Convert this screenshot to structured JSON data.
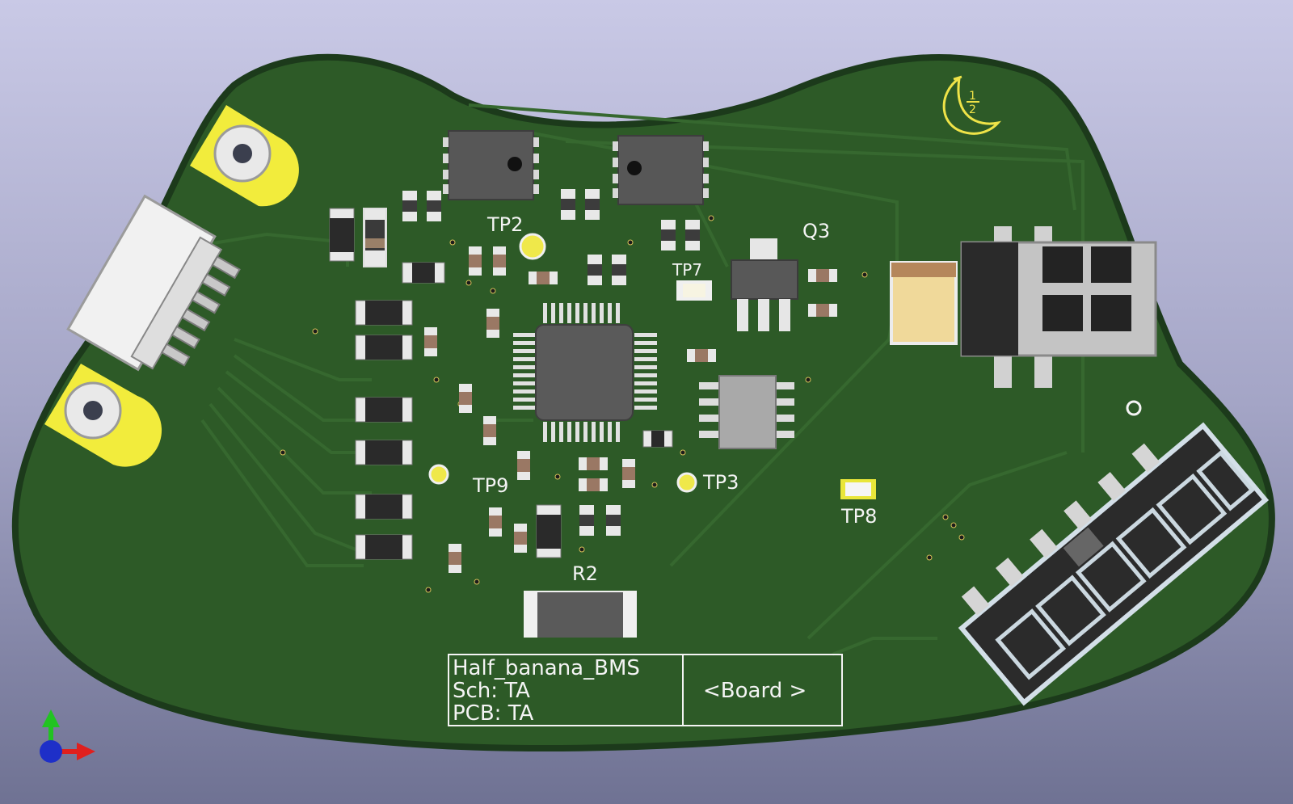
{
  "colors": {
    "background_top": "#c9c9e6",
    "background_bottom": "#6f7293",
    "board_fill": "#2d5a27",
    "board_edge": "#1c3a1b",
    "trace": "#36682f",
    "silkscreen": "#f4f4f4",
    "pad_gold": "#f2ec3c",
    "ic_body": "#575757"
  },
  "silkscreen_labels": {
    "tp2": "TP2",
    "q3": "Q3",
    "tp7": "TP7",
    "tp9": "TP9",
    "tp3": "TP3",
    "tp8": "TP8",
    "r2": "R2"
  },
  "logo": {
    "icon": "banana-icon",
    "fraction_numerator": "1",
    "fraction_denominator": "2"
  },
  "title_block": {
    "project": "Half_banana_BMS",
    "sch": "Sch: TA",
    "pcb": "PCB: TA",
    "board": "<Board  >"
  },
  "axis_indicator": {
    "icon": "xyz-axis-icon",
    "x_color": "#e0201e",
    "y_color": "#22c322",
    "z_color": "#1e2fc8"
  }
}
